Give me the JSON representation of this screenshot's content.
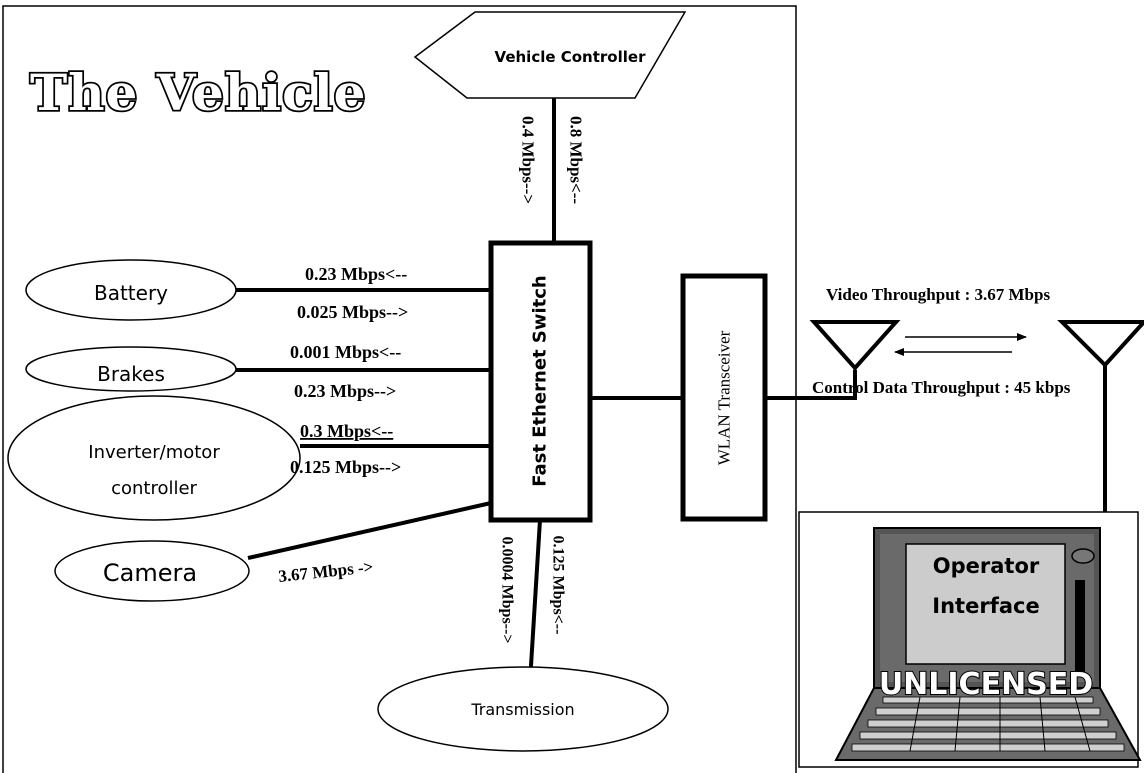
{
  "title": "The Vehicle",
  "nodes": {
    "vehicle_controller": "Vehicle Controller",
    "switch": "Fast Ethernet Switch",
    "wlan": "WLAN Transceiver",
    "battery": "Battery",
    "brakes": "Brakes",
    "inverter_line1": "Inverter/motor",
    "inverter_line2": "controller",
    "camera": "Camera",
    "transmission": "Transmission",
    "operator_line1": "Operator",
    "operator_line2": "Interface",
    "watermark": "UNLICENSED"
  },
  "links": {
    "controller_down": "0.4 Mbps-->",
    "controller_up": "0.8 Mbps<--",
    "battery_in": "0.23 Mbps<--",
    "battery_out": "0.025 Mbps-->",
    "brakes_in": "0.001 Mbps<--",
    "brakes_out": "0.23 Mbps-->",
    "inverter_in": "0.3 Mbps<--",
    "inverter_out": "0.125 Mbps-->",
    "camera_out": "3.67 Mbps ->",
    "transmission_down": "0.0004 Mbps-->",
    "transmission_up": "0.125 Mbps<--"
  },
  "wireless": {
    "video": "Video Throughput : 3.67 Mbps",
    "control": "Control Data Throughput : 45 kbps"
  }
}
